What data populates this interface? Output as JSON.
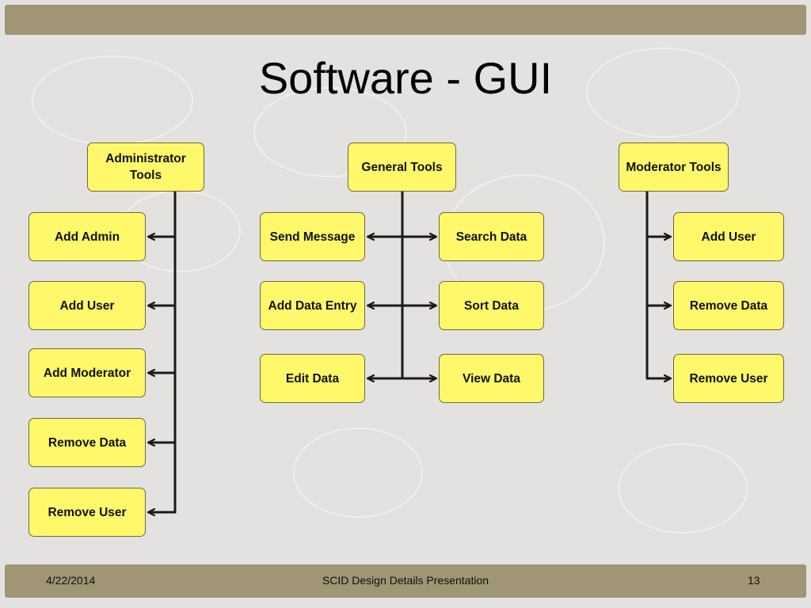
{
  "slide": {
    "title": "Software - GUI",
    "footer": {
      "date": "4/22/2014",
      "presentation": "SCID Design Details Presentation",
      "page_number": "13"
    }
  },
  "diagram": {
    "admin": {
      "header": "Administrator Tools",
      "items": [
        "Add Admin",
        "Add User",
        "Add Moderator",
        "Remove Data",
        "Remove User"
      ]
    },
    "general": {
      "header": "General Tools",
      "left_items": [
        "Send Message",
        "Add Data Entry",
        "Edit Data"
      ],
      "right_items": [
        "Search Data",
        "Sort Data",
        "View Data"
      ]
    },
    "moderator": {
      "header": "Moderator Tools",
      "items": [
        "Add User",
        "Remove Data",
        "Remove User"
      ]
    }
  },
  "colors": {
    "box_fill": "#fef86a",
    "box_border": "#6f6a3a",
    "bar": "#a09574",
    "background": "#e3e2e0",
    "connector": "#1a1a1a"
  }
}
